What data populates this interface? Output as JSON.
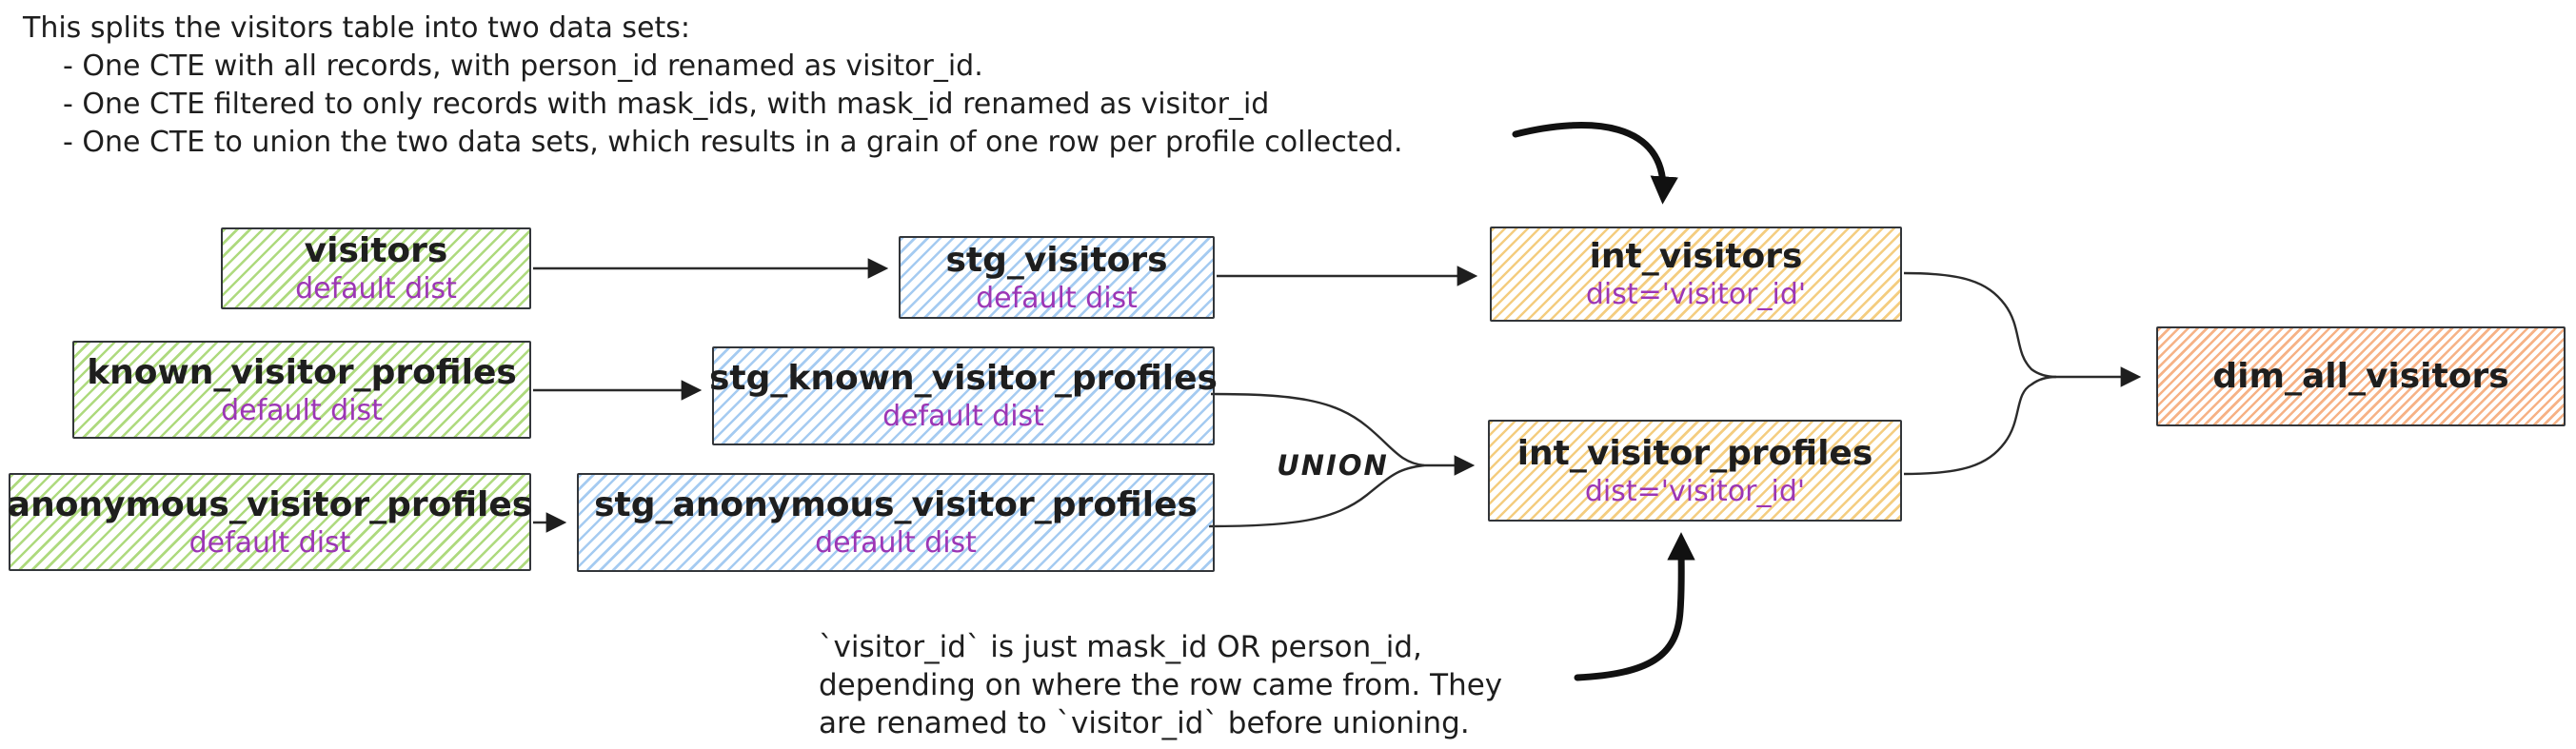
{
  "annotations": {
    "top": {
      "intro": "This splits the visitors table into two data sets:",
      "bullets": [
        "- One CTE with all records, with person_id renamed as visitor_id.",
        "- One CTE filtered to only records with mask_ids, with mask_id renamed as visitor_id",
        "- One CTE to union the two data sets, which results in a grain of one row per profile collected."
      ]
    },
    "bottom": {
      "lines": [
        "`visitor_id` is just mask_id OR person_id,",
        "depending on where the row came from. They",
        "are renamed to `visitor_id` before unioning."
      ]
    },
    "union_label": "UNION"
  },
  "nodes": [
    {
      "id": "visitors",
      "title": "visitors",
      "subtitle": "default dist",
      "group": "source"
    },
    {
      "id": "known_visitor_profiles",
      "title": "known_visitor_profiles",
      "subtitle": "default dist",
      "group": "source"
    },
    {
      "id": "anonymous_visitor_profiles",
      "title": "anonymous_visitor_profiles",
      "subtitle": "default dist",
      "group": "source"
    },
    {
      "id": "stg_visitors",
      "title": "stg_visitors",
      "subtitle": "default dist",
      "group": "staging"
    },
    {
      "id": "stg_known_visitor_profiles",
      "title": "stg_known_visitor_profiles",
      "subtitle": "default dist",
      "group": "staging"
    },
    {
      "id": "stg_anonymous_visitor_profiles",
      "title": "stg_anonymous_visitor_profiles",
      "subtitle": "default dist",
      "group": "staging"
    },
    {
      "id": "int_visitors",
      "title": "int_visitors",
      "subtitle": "dist='visitor_id'",
      "group": "intermediate"
    },
    {
      "id": "int_visitor_profiles",
      "title": "int_visitor_profiles",
      "subtitle": "dist='visitor_id'",
      "group": "intermediate"
    },
    {
      "id": "dim_all_visitors",
      "title": "dim_all_visitors",
      "subtitle": "",
      "group": "dimension"
    }
  ],
  "edges": [
    {
      "from": "visitors",
      "to": "stg_visitors"
    },
    {
      "from": "known_visitor_profiles",
      "to": "stg_known_visitor_profiles"
    },
    {
      "from": "anonymous_visitor_profiles",
      "to": "stg_anonymous_visitor_profiles"
    },
    {
      "from": "stg_visitors",
      "to": "int_visitors"
    },
    {
      "from": "stg_known_visitor_profiles",
      "to": "int_visitor_profiles",
      "label": "UNION"
    },
    {
      "from": "stg_anonymous_visitor_profiles",
      "to": "int_visitor_profiles",
      "label": "UNION"
    },
    {
      "from": "int_visitors",
      "to": "dim_all_visitors"
    },
    {
      "from": "int_visitor_profiles",
      "to": "dim_all_visitors"
    }
  ],
  "colors": {
    "text": "#1e1e1e",
    "subtitle_purple": "#9c36b5",
    "source_green_hatch": "#aeda7e",
    "staging_blue_hatch": "#a5cbf1",
    "intermediate_yellow_hatch": "#f4cd80",
    "dimension_orange_hatch": "#f6b286",
    "border": "#33363a",
    "edge": "#2b2b2b"
  }
}
